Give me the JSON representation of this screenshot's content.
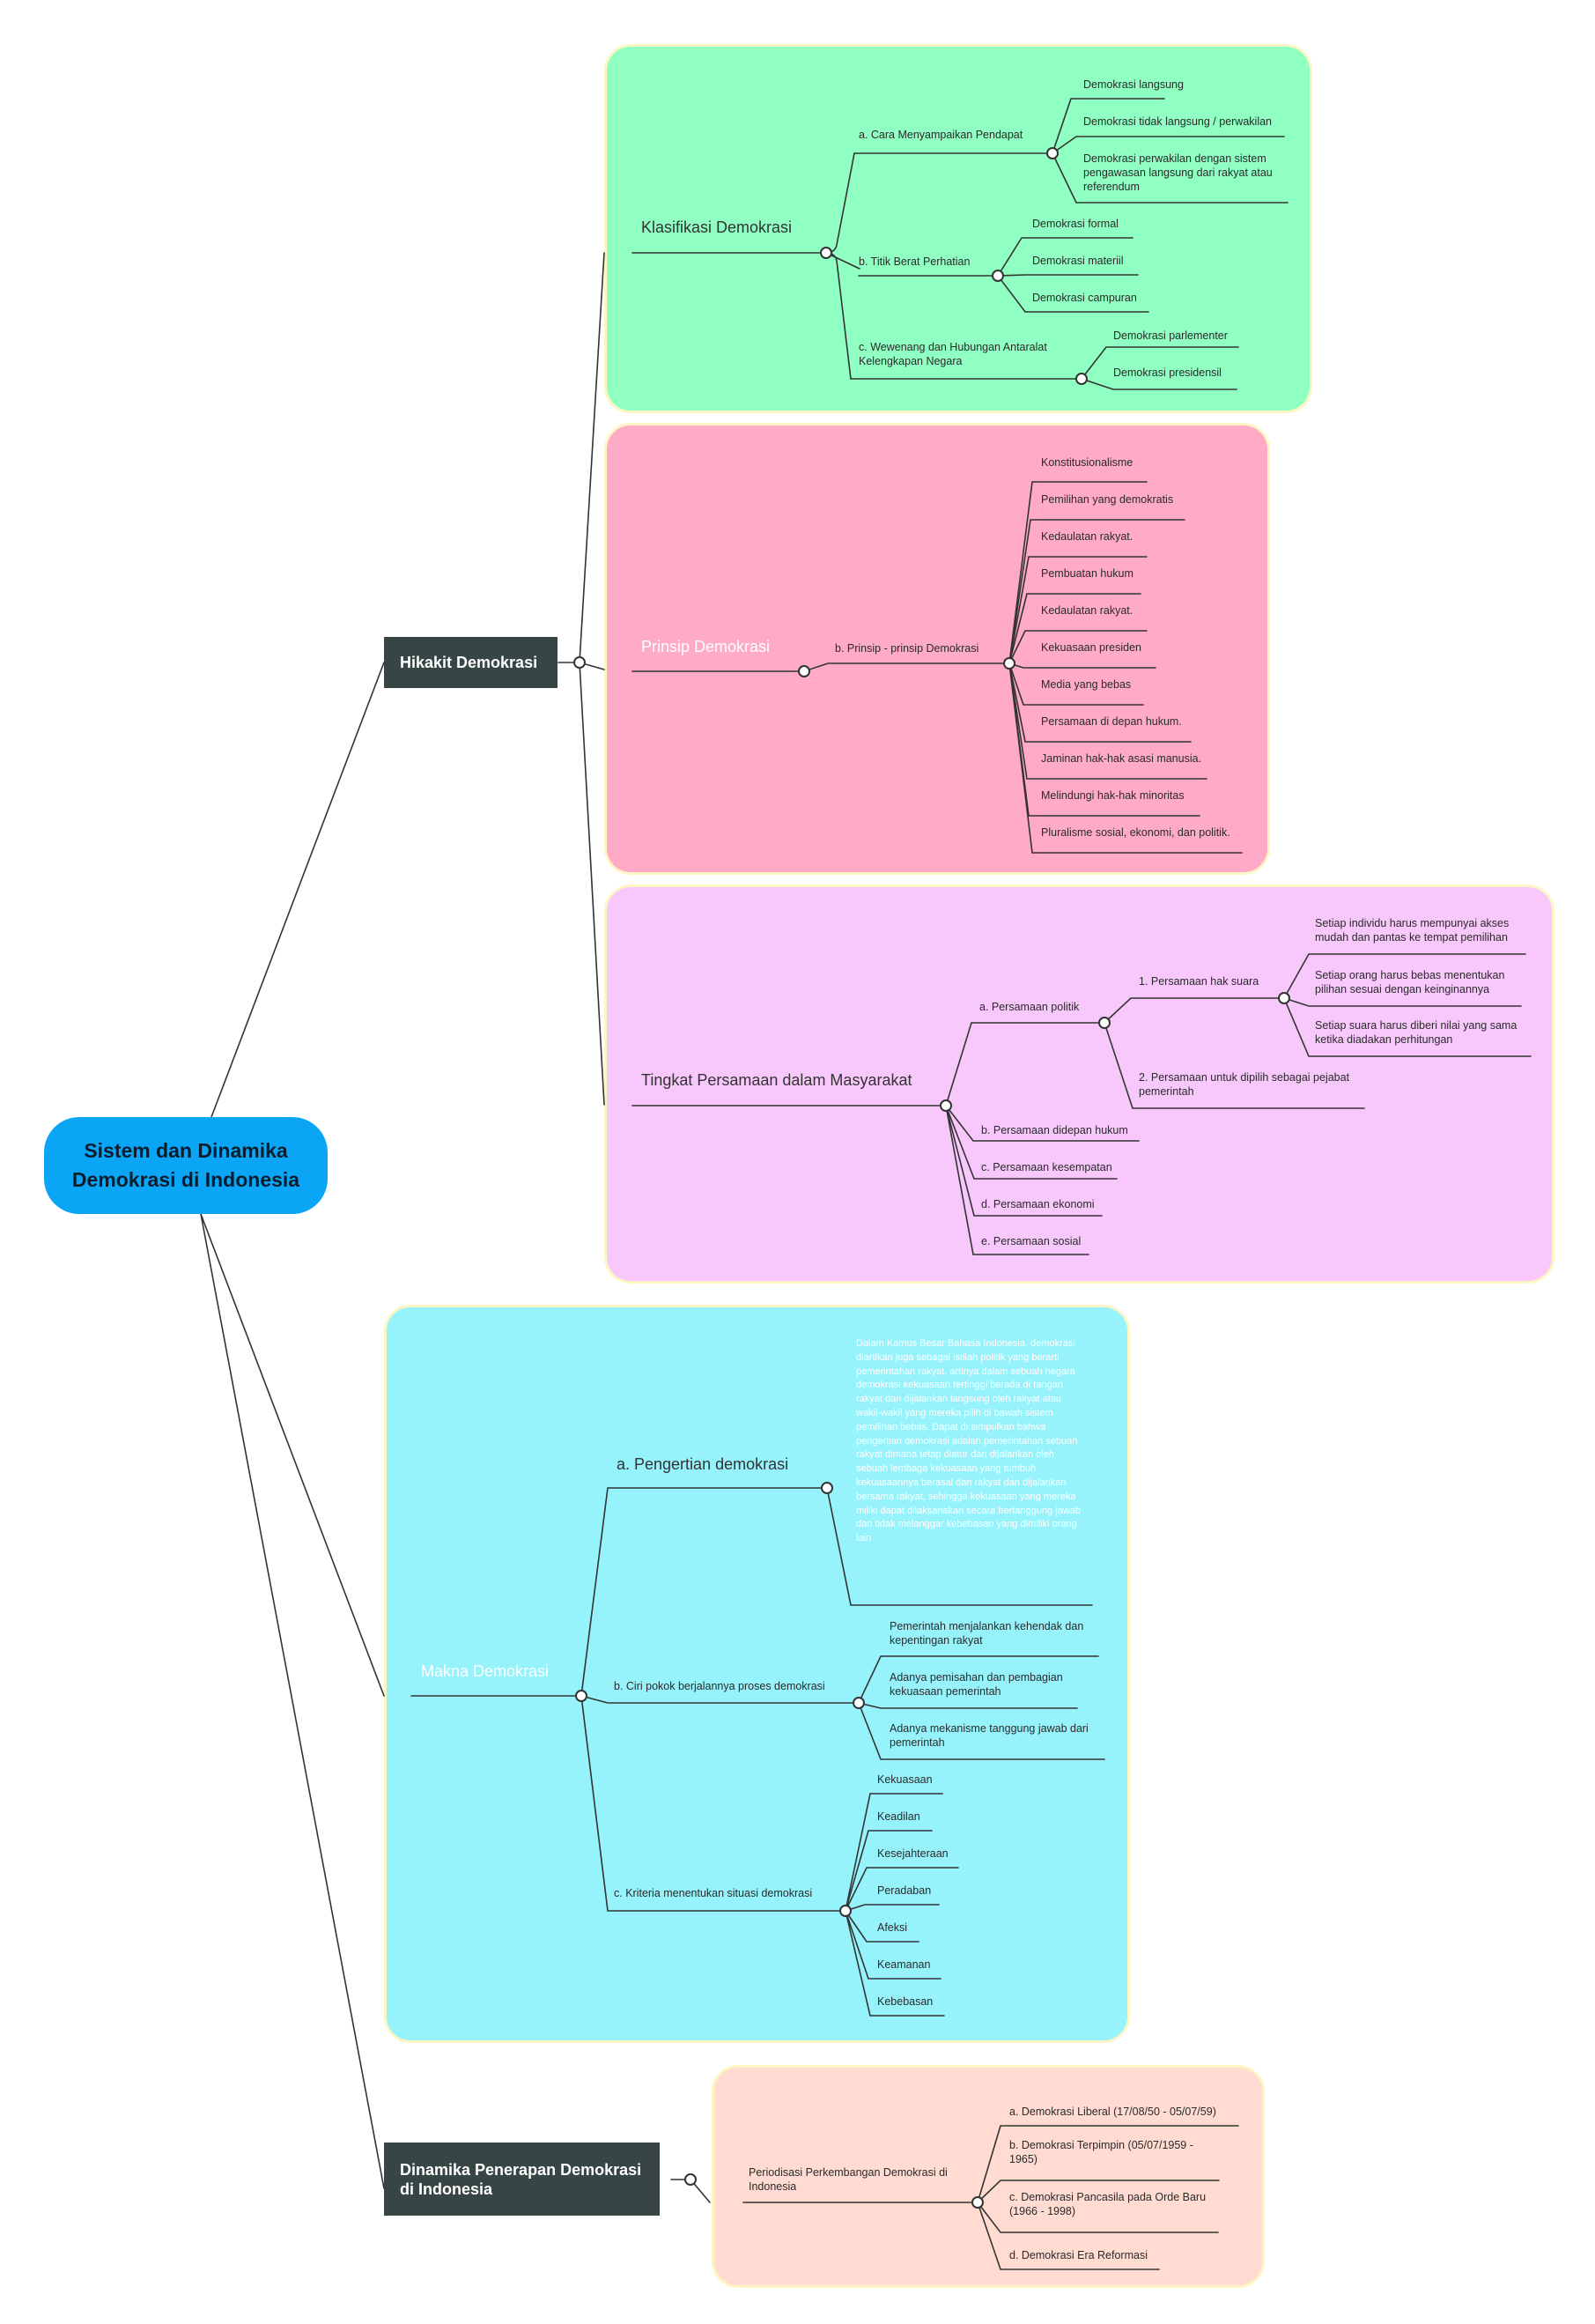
{
  "root": {
    "line1": "Sistem dan Dinamika",
    "line2": "Demokrasi di Indonesia"
  },
  "hikakit": {
    "title": "Hikakit Demokrasi",
    "klasifikasi": {
      "title": "Klasifikasi Demokrasi",
      "a": {
        "label": "a. Cara Menyampaikan Pendapat",
        "items": [
          "Demokrasi langsung",
          "Demokrasi tidak langsung / perwakilan",
          "Demokrasi perwakilan dengan sistem pengawasan langsung dari rakyat atau referendum"
        ]
      },
      "b": {
        "label": "b. Titik Berat Perhatian",
        "items": [
          "Demokrasi formal",
          "Demokrasi materiil",
          "Demokrasi campuran"
        ]
      },
      "c": {
        "label": "c. Wewenang dan Hubungan Antaralat Kelengkapan Negara",
        "items": [
          "Demokrasi parlementer",
          "Demokrasi presidensil"
        ]
      }
    },
    "prinsip": {
      "title": "Prinsip Demokrasi",
      "branch": "b. Prinsip - prinsip Demokrasi",
      "items": [
        "Konstitusionalisme",
        "Pemilihan yang demokratis",
        "Kedaulatan rakyat.",
        "Pembuatan hukum",
        "Kedaulatan rakyat.",
        "Kekuasaan presiden",
        "Media yang bebas",
        "Persamaan di depan hukum.",
        "Jaminan hak-hak asasi manusia.",
        "Melindungi hak-hak minoritas",
        "Pluralisme sosial, ekonomi, dan politik."
      ]
    },
    "tingkat": {
      "title": "Tingkat Persamaan dalam Masyarakat",
      "a": "a. Persamaan politik",
      "a1": "1. Persamaan hak suara",
      "a1_items": [
        "Setiap individu harus mempunyai akses mudah dan pantas ke tempat pemilihan",
        "Setiap orang harus bebas menentukan pilihan sesuai dengan keinginannya",
        "Setiap suara harus diberi nilai yang sama ketika diadakan perhitungan"
      ],
      "a2": "2. Persamaan untuk dipilih sebagai pejabat pemerintah",
      "others": [
        "b. Persamaan didepan hukum",
        "c. Persamaan kesempatan",
        "d. Persamaan ekonomi",
        "e. Persamaan sosial"
      ]
    }
  },
  "makna": {
    "title": "Makna Demokrasi",
    "a": {
      "label": "a. Pengertian demokrasi",
      "desc": "Dalam Kamus Besar Bahasa Indonesia, demokrasi diartikan juga sebagai istilah politik yang berarti pemerintahan rakyat, artinya dalam sebuah negara demokrasi kekuasaan tertinggi berada di tangan rakyat dan dijalankan langsung oleh rakyat atau wakil-wakil yang mereka pilih di bawah sistem pemilihan bebas. Dapat di simpulkan bahwa pengertian demokrasi adalah pemerintahan sebuah rakyat dimana tetap diatur dan dijalankan oleh sebuah lembaga kekuasaan yang tumbuh kekuasaannya berasal dari rakyat dan dijalankan bersama rakyat, sehingga kekuasaan yang mereka miliki dapat dilaksanakan secara bertanggung jawab dan tidak melanggar kebebasan yang dimiliki orang lain"
    },
    "b": {
      "label": "b. Ciri pokok berjalannya proses demokrasi",
      "items": [
        "Pemerintah menjalankan kehendak dan kepentingan rakyat",
        "Adanya pemisahan dan pembagian kekuasaan pemerintah",
        "Adanya mekanisme tanggung jawab dari pemerintah"
      ]
    },
    "c": {
      "label": "c. Kriteria menentukan situasi demokrasi",
      "items": [
        "Kekuasaan",
        "Keadilan",
        "Kesejahteraan",
        "Peradaban",
        "Afeksi",
        "Keamanan",
        "Kebebasan"
      ]
    }
  },
  "dinamika": {
    "title": "Dinamika Penerapan Demokrasi di Indonesia",
    "branch": "Periodisasi Perkembangan Demokrasi di Indonesia",
    "items": [
      "a. Demokrasi Liberal (17/08/50 - 05/07/59)",
      "b. Demokrasi Terpimpin (05/07/1959 - 1965)",
      "c. Demokrasi Pancasila pada Orde Baru (1966 - 1998)",
      "d. Demokrasi Era Reformasi"
    ]
  },
  "colors": {
    "klasifikasi": "#8fffc2",
    "prinsip": "#ffabc8",
    "tingkat": "#f8c8fc",
    "makna": "#96f3fc",
    "dinamika": "#ffdbd2",
    "root": "#0aa6f5",
    "dark": "#374545"
  }
}
